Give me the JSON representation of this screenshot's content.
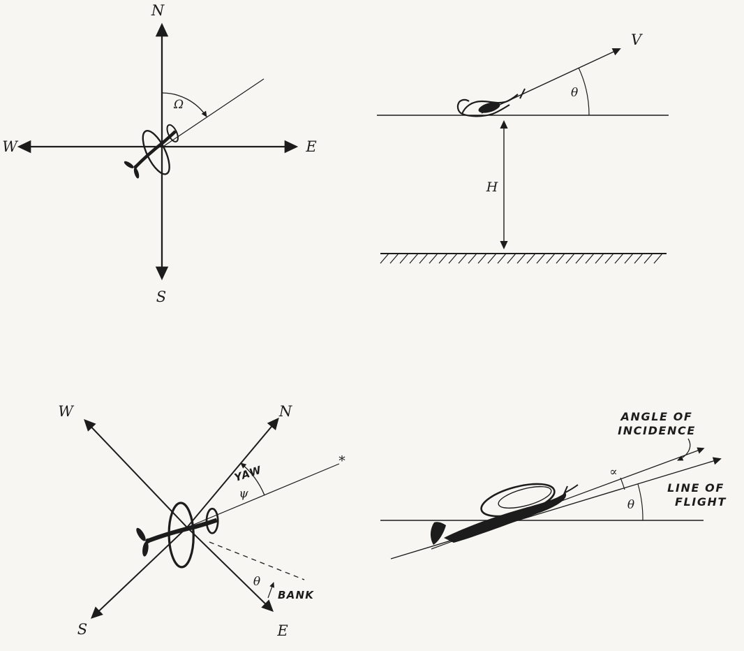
{
  "canvas": {
    "background": "#f7f6f2",
    "ink": "#1c1c1c",
    "description": "Four hand-drawn flight-mechanics diagrams: plan-view heading axes, climb profile with height, yaw and bank axes, and angle of incidence profile"
  },
  "panels": {
    "compass_plan": {
      "north": "N",
      "south": "S",
      "west": "W",
      "east": "E",
      "heading_angle": "Ω"
    },
    "climb_profile": {
      "velocity": "V",
      "climb_angle": "θ",
      "height": "H"
    },
    "yaw_bank": {
      "north": "N",
      "south": "S",
      "west": "W",
      "east": "E",
      "yaw_word": "YAW",
      "yaw_angle": "ψ",
      "bank_angle": "θ",
      "bank_word": "BANK",
      "flight_marker": "*"
    },
    "incidence_profile": {
      "incidence_label_line1": "ANGLE OF",
      "incidence_label_line2": "INCIDENCE",
      "incidence_angle": "∝",
      "flight_label_line1": "LINE OF",
      "flight_label_line2": "FLIGHT",
      "flight_path_angle": "θ"
    }
  }
}
